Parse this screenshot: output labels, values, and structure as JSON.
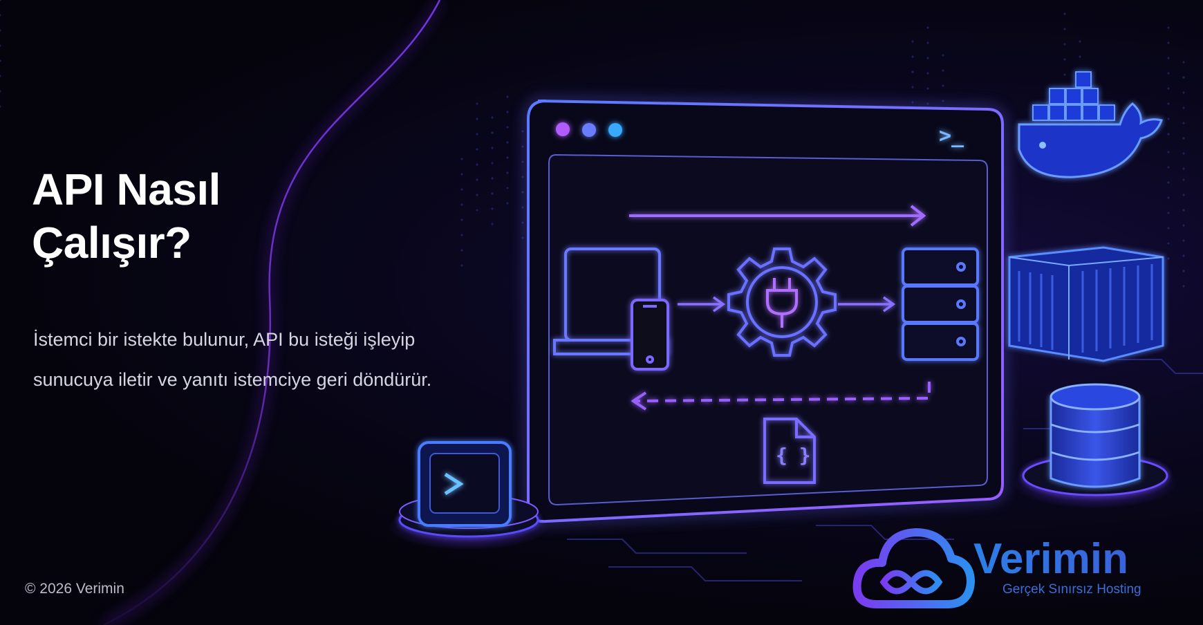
{
  "hero": {
    "title_line1": "API Nasıl",
    "title_line2": "Çalışır?",
    "description": "İstemci bir istekte bulunur, API bu isteği işleyip sunucuya iletir ve yanıtı istemciye geri döndürür."
  },
  "footer": {
    "copyright": "© 2026 Verimin"
  },
  "brand": {
    "name": "Verimin",
    "tagline": "Gerçek Sınırsız Hosting"
  },
  "illustration": {
    "terminal_prompt": ">_",
    "json_file_symbol": "{ }",
    "icons": [
      "laptop-icon",
      "phone-icon",
      "plug-gear-icon",
      "server-icon",
      "json-file-icon",
      "docker-whale-icon",
      "container-icon",
      "database-icon",
      "terminal-icon",
      "cloud-infinity-logo-icon"
    ]
  },
  "colors": {
    "accent_violet": "#8a5cff",
    "accent_blue": "#4d6bff",
    "brand_blue": "#2f6fe0",
    "background": "#05040c"
  }
}
